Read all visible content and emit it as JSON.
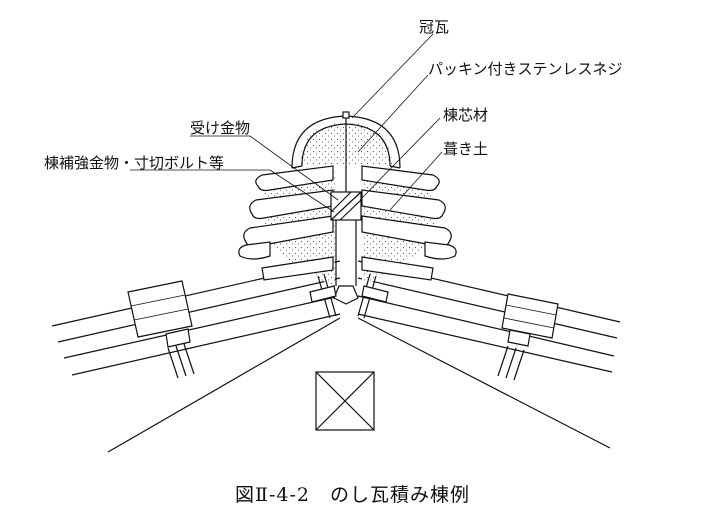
{
  "labels": {
    "kanmurigawara": "冠瓦",
    "packing_screw": "パッキン付きステンレスネジ",
    "muneshinzai": "棟芯材",
    "ukekanamono": "受け金物",
    "fukitsuchi": "葺き土",
    "reinforcement": "棟補強金物・寸切ボルト等"
  },
  "caption": "図Ⅱ-4-2　のし瓦積み棟例"
}
